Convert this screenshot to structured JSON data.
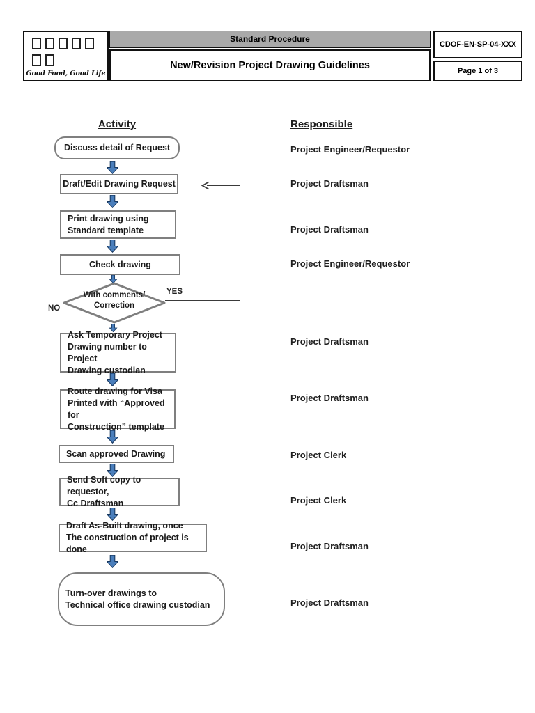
{
  "header": {
    "logo": {
      "tagline": "Good Food, Good Life"
    },
    "procedure_type": "Standard Procedure",
    "title": "New/Revision Project Drawing Guidelines",
    "doc_code": "CDOF-EN-SP-04-XXX",
    "page_label": "Page 1 of 3"
  },
  "columns": {
    "activity": "Activity",
    "responsible": "Responsible"
  },
  "flowchart": {
    "steps": [
      {
        "shape": "rounded",
        "text": "Discuss detail of Request",
        "responsible": "Project Engineer/Requestor"
      },
      {
        "shape": "rect",
        "text": "Draft/Edit Drawing Request",
        "responsible": "Project Draftsman"
      },
      {
        "shape": "rect",
        "text": "Print drawing using\nStandard template",
        "responsible": "Project Draftsman"
      },
      {
        "shape": "rect",
        "text": "Check drawing",
        "responsible": "Project Engineer/Requestor"
      },
      {
        "shape": "diamond",
        "text": "With comments/\nCorrection",
        "responsible": ""
      },
      {
        "shape": "rect",
        "text": "Ask Temporary Project\nDrawing number to Project\nDrawing custodian",
        "responsible": "Project Draftsman"
      },
      {
        "shape": "rect",
        "text": "Route drawing for Visa\nPrinted with “Approved for\nConstruction” template",
        "responsible": "Project Draftsman"
      },
      {
        "shape": "rect",
        "text": "Scan approved Drawing",
        "responsible": "Project Clerk"
      },
      {
        "shape": "rect",
        "text": "Send Soft copy to requestor,\nCc Draftsman",
        "responsible": "Project Clerk"
      },
      {
        "shape": "rect",
        "text": "Draft As-Built drawing, once\nThe construction of project is done",
        "responsible": "Project Draftsman"
      },
      {
        "shape": "rounded",
        "text": "Turn-over drawings to\nTechnical office drawing custodian",
        "responsible": "Project Draftsman"
      }
    ],
    "decision": {
      "yes": "YES",
      "no": "NO"
    }
  },
  "colors": {
    "arrow_blue": "#4a7ebb",
    "arrow_blue_dark": "#17375e",
    "box_border_gray": "#7f7f7f",
    "header_gray": "#a9a9a9",
    "loop_line": "#3a3a3a"
  }
}
